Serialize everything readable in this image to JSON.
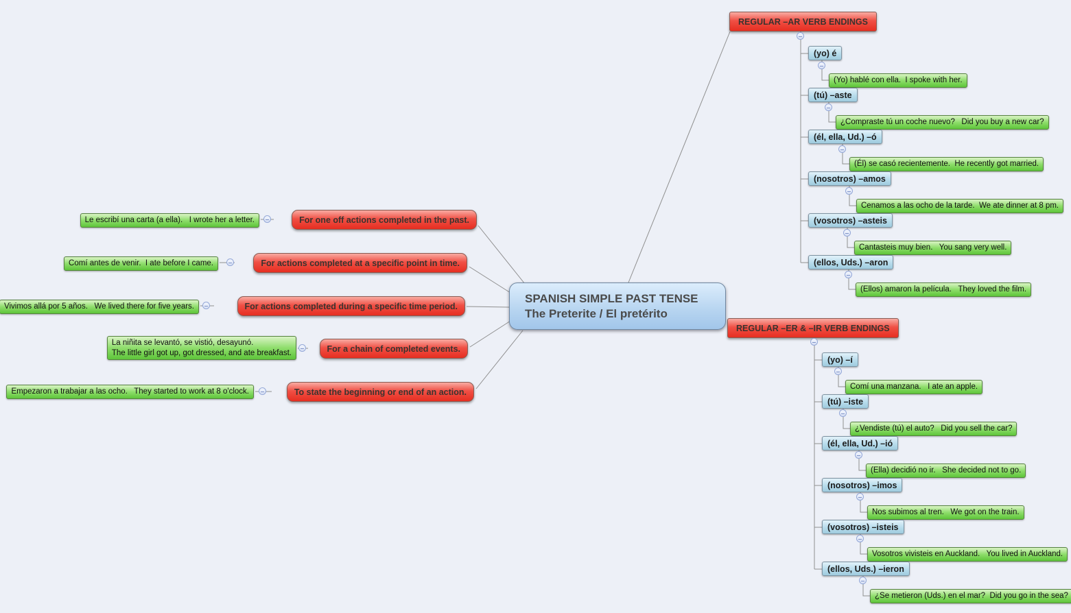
{
  "colors": {
    "background": "#edf0f7",
    "red_topic": "#ee3a2d",
    "green_example": "#6ecb4a",
    "blue_ending": "#b7dcec",
    "center_topic": "#b6d4f0",
    "connector_line": "#8f8f8f"
  },
  "center": {
    "line1": "SPANISH SIMPLE PAST TENSE",
    "line2": "The Preterite / El pretérito"
  },
  "usages": [
    {
      "label": "For one off actions completed in the past.",
      "example": "Le escribí una carta (a ella).   I wrote her a letter."
    },
    {
      "label": "For actions completed at a specific point in time.",
      "example": "Comí antes de venir.  I ate before I came."
    },
    {
      "label": "For actions completed during a specific time period.",
      "example": "Vivimos allá por 5 años.   We lived there for five years."
    },
    {
      "label": "For a chain of completed events.",
      "example": "La niñita se levantó, se vistió, desayunó.\nThe little girl got up, got dressed, and ate breakfast."
    },
    {
      "label": "To state the beginning or end of an action.",
      "example": "Empezaron a trabajar a las ocho.   They started to work at 8 o'clock."
    }
  ],
  "ar_branch": {
    "header": "REGULAR –AR VERB ENDINGS",
    "items": [
      {
        "ending": "(yo) é",
        "example": "(Yo) hablé con ella.  I spoke with her."
      },
      {
        "ending": "(tú) –aste",
        "example": "¿Compraste tú un coche nuevo?   Did you buy a new car?"
      },
      {
        "ending": "(él, ella, Ud.) –ó",
        "example": "(Él) se casó recientemente.  He recently got married."
      },
      {
        "ending": "(nosotros) –amos",
        "example": "Cenamos a las ocho de la tarde.  We ate dinner at 8 pm."
      },
      {
        "ending": "(vosotros) –asteis",
        "example": "Cantasteis muy bien.   You sang very well."
      },
      {
        "ending": "(ellos, Uds.) –aron",
        "example": "(Ellos) amaron la película.   They loved the film."
      }
    ]
  },
  "er_ir_branch": {
    "header": "REGULAR –ER & –IR VERB ENDINGS",
    "items": [
      {
        "ending": "(yo) –í",
        "example": "Comí una manzana.   I ate an apple."
      },
      {
        "ending": "(tú) –iste",
        "example": "¿Vendiste (tú) el auto?   Did you sell the car?"
      },
      {
        "ending": "(él, ella, Ud.) –ió",
        "example": "(Ella) decidió no ir.   She decided not to go."
      },
      {
        "ending": "(nosotros) –imos",
        "example": "Nos subimos al tren.   We got on the train."
      },
      {
        "ending": "(vosotros) –isteis",
        "example": "Vosotros vivisteis en Auckland.   You lived in Auckland."
      },
      {
        "ending": "(ellos, Uds.) –ieron",
        "example": "¿Se metieron (Uds.) en el mar?  Did you go in the sea?"
      }
    ]
  }
}
